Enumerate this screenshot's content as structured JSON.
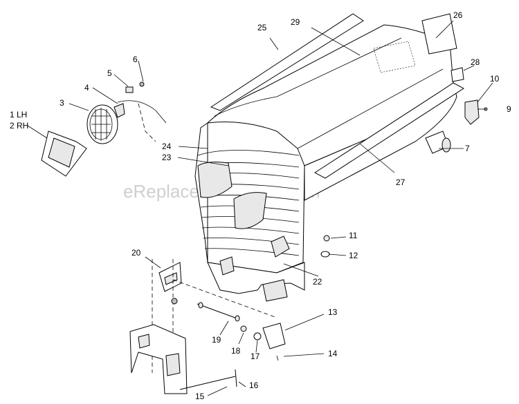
{
  "watermark": "eReplacementParts.com",
  "callouts": {
    "c1": "1 LH",
    "c2": "2 RH",
    "c3": "3",
    "c4": "4",
    "c5": "5",
    "c6": "6",
    "c7": "7",
    "c9": "9",
    "c10": "10",
    "c11": "11",
    "c12": "12",
    "c13": "13",
    "c14": "14",
    "c15": "15",
    "c16": "16",
    "c17": "17",
    "c18": "18",
    "c19": "19",
    "c20": "20",
    "c22": "22",
    "c23": "23",
    "c24": "24",
    "c25": "25",
    "c26": "26",
    "c27": "27",
    "c28": "28",
    "c29": "29"
  }
}
